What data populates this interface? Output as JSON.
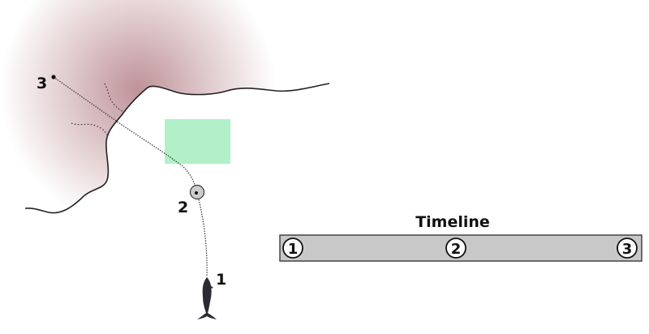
{
  "map": {
    "point_labels": [
      "1",
      "2",
      "3"
    ],
    "colors": {
      "zone": "#b1f0c8",
      "glow": "#8a3a44",
      "coast": "#222222"
    }
  },
  "timeline": {
    "title": "Timeline",
    "markers": [
      "1",
      "2",
      "3"
    ],
    "marker_positions": [
      0,
      0.47,
      0.96
    ],
    "bar_color": "#c8c8c8"
  }
}
